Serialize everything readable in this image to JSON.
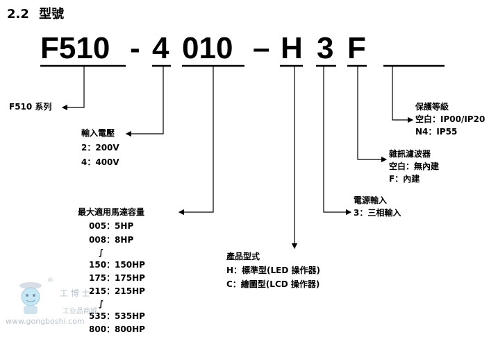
{
  "section": {
    "number": "2.2",
    "title": "型號"
  },
  "model_segments": [
    {
      "text": "F510"
    },
    {
      "text": "-"
    },
    {
      "text": "4"
    },
    {
      "text": "010"
    },
    {
      "text": "–"
    },
    {
      "text": "H"
    },
    {
      "text": "3"
    },
    {
      "text": "F"
    },
    {
      "text": ""
    }
  ],
  "annotations": {
    "series": {
      "label": "F510 系列"
    },
    "voltage": {
      "title": "輸入電壓",
      "items": [
        "2：200V",
        "4：400V"
      ]
    },
    "motor": {
      "title": "最大適用馬達容量",
      "items": [
        "005：5HP",
        "008：8HP",
        "∫",
        "150：150HP",
        "175：175HP",
        "215：215HP",
        "∫",
        "535：535HP",
        "800：800HP"
      ]
    },
    "product": {
      "title": "產品型式",
      "items": [
        "H：標準型(LED 操作器)",
        "C：繪圖型(LCD 操作器)"
      ]
    },
    "power": {
      "title": "電源輸入",
      "items": [
        "3：三相輸入"
      ]
    },
    "filter": {
      "title": "雜訊濾波器",
      "items": [
        "空白：無內建",
        "F：內建"
      ]
    },
    "protection": {
      "title": "保護等級",
      "items": [
        "空白：IP00/IP20",
        "N4：IP55"
      ]
    }
  },
  "watermark": {
    "text1": "工 博 士",
    "text2": "工业品商城",
    "url": "www.gongboshi.com",
    "mark": "®"
  }
}
